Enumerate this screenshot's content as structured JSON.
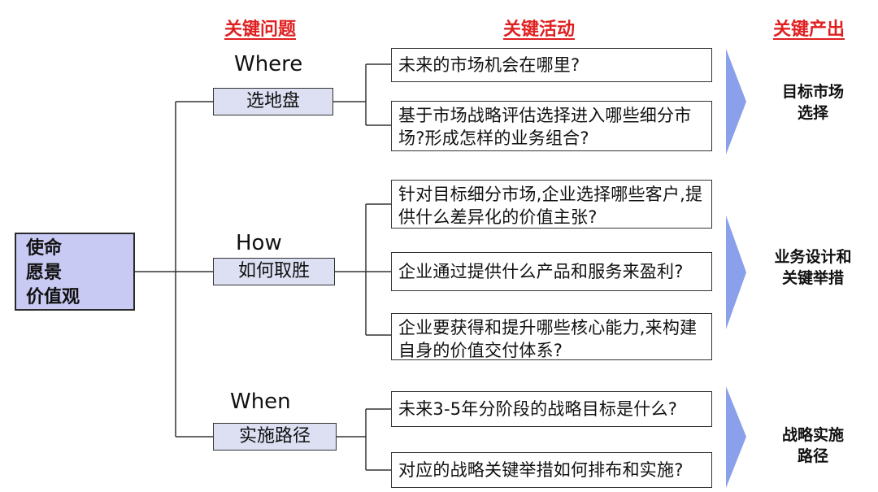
{
  "headers": {
    "questions": "关键问题",
    "activities": "关键活动",
    "outputs": "关键产出"
  },
  "root": {
    "lines": [
      "使命",
      "愿景",
      "价值观"
    ]
  },
  "branches": [
    {
      "question_en": "Where",
      "question_cn": "选地盘",
      "activities": [
        "未来的市场机会在哪里?",
        "基于市场战略评估选择进入哪些细分市场?形成怎样的业务组合?"
      ],
      "output": [
        "目标市场",
        "选择"
      ]
    },
    {
      "question_en": "How",
      "question_cn": "如何取胜",
      "activities": [
        "针对目标细分市场,企业选择哪些客户,提供什么差异化的价值主张?",
        "企业通过提供什么产品和服务来盈利?",
        "企业要获得和提升哪些核心能力,来构建自身的价值交付体系?"
      ],
      "output": [
        "业务设计和",
        "关键举措"
      ]
    },
    {
      "question_en": "When",
      "question_cn": "实施路径",
      "activities": [
        "未来3-5年分阶段的战略目标是什么?",
        "对应的战略关键举措如何排布和实施?"
      ],
      "output": [
        "战略实施",
        "路径"
      ]
    }
  ],
  "colors": {
    "header_red": "#e02020",
    "root_fill": "#c9caf3",
    "question_fill": "#dde0f3",
    "arrow_fill": "#8aa0ea"
  }
}
